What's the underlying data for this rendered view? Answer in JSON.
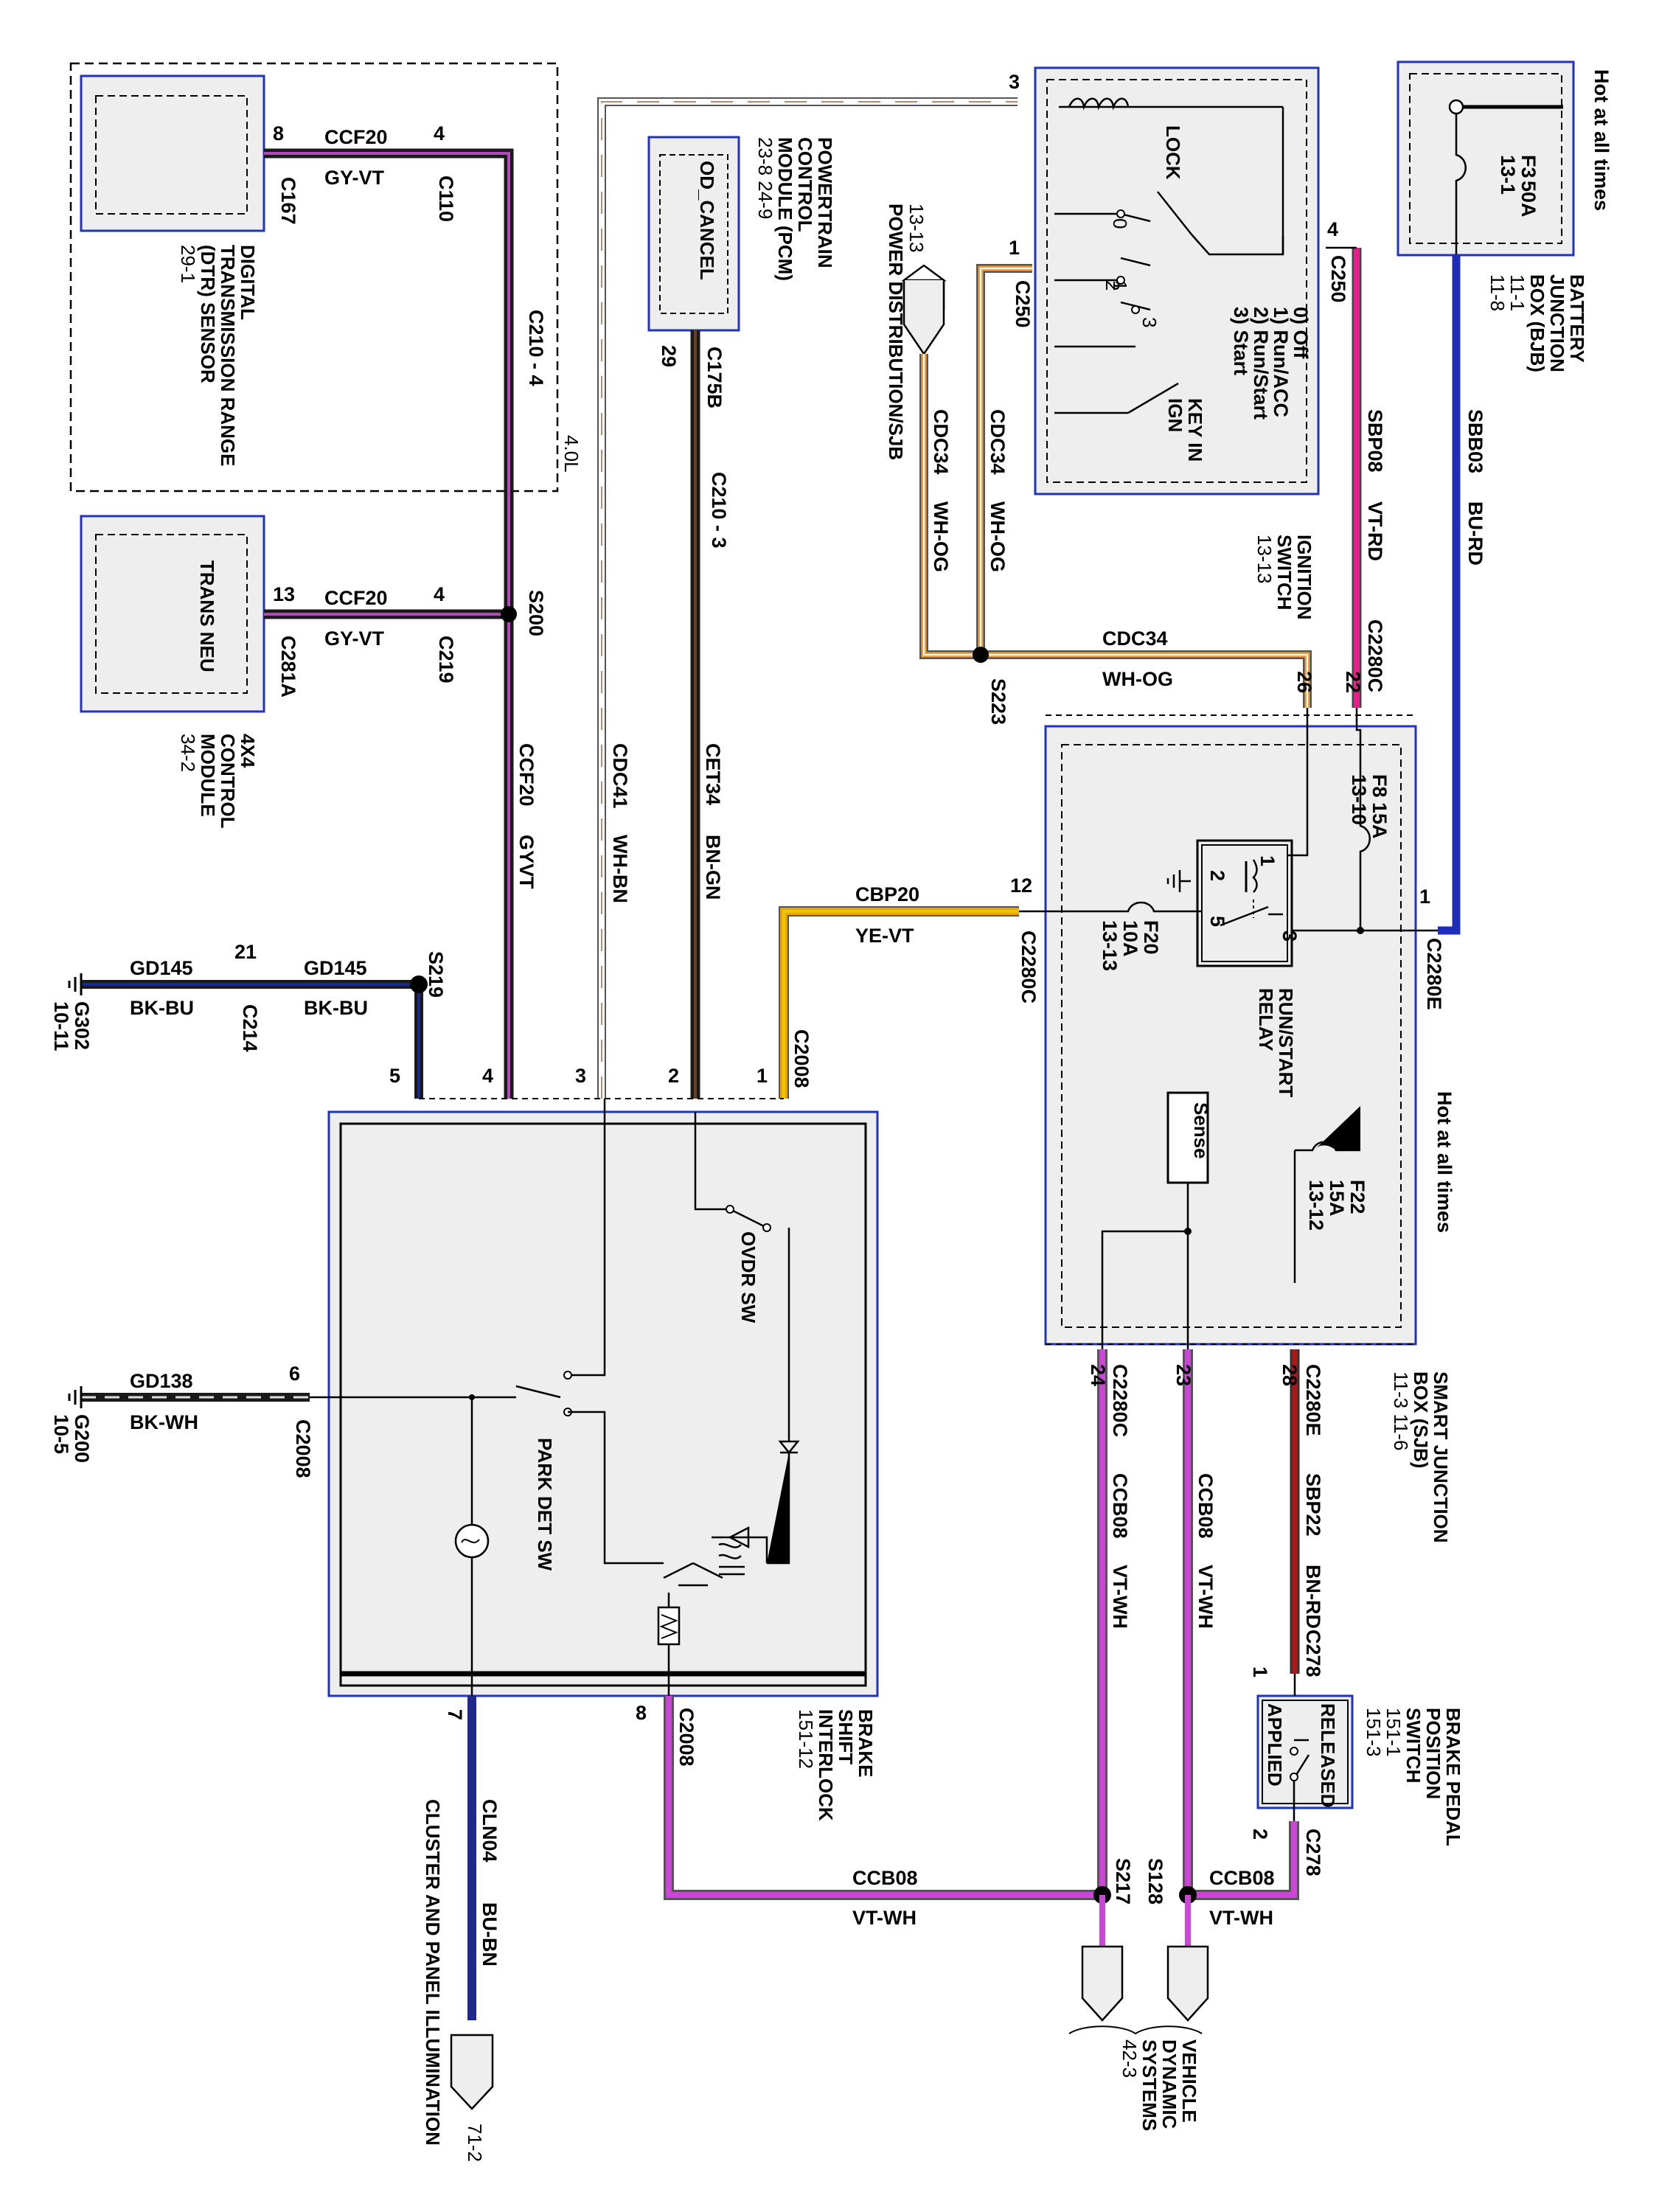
{
  "colors": {
    "gy_vt": "#8b4c8f",
    "bk": "#1a1a1a",
    "bn": "#5a3b1c",
    "gn": "#3e6b2e",
    "bu": "#2340c8",
    "rd": "#d21a1a",
    "vt": "#9b1ec4",
    "wh": "#ffffff",
    "og": "#ff8a00",
    "ye": "#e8c800",
    "pk": "#e0197c",
    "module_fill": "#eeeeee"
  },
  "modules": {
    "dtr": {
      "name": "DIGITAL TRANSMISSION RANGE (DTR) SENSOR",
      "ref": "29-1",
      "line1": "DIGITAL",
      "line2": "TRANSMISSION RANGE",
      "line3": "(DTR) SENSOR"
    },
    "four_x_four": {
      "line1": "4X4",
      "line2": "CONTROL",
      "line3": "MODULE",
      "ref": "34-2",
      "inner_label": "TRANS NEU"
    },
    "pcm": {
      "line1": "POWERTRAIN",
      "line2": "CONTROL",
      "line3": "MODULE (PCM)",
      "ref": "23-8 24-9",
      "inner_label": "OD_CANCEL"
    },
    "power_dist": {
      "label": "POWER DISTRIBUTION/SJB",
      "ref": "13-13"
    },
    "ignition": {
      "line1": "IGNITION",
      "line2": "SWITCH",
      "ref": "13-13",
      "lock": "LOCK",
      "key_in_ign": "KEY IN IGN",
      "key_line1": "KEY IN",
      "key_line2": "IGN",
      "pos0": "0) Off",
      "pos1": "1) Run/ACC",
      "pos2": "2) Run/Start",
      "pos3": "3) Start"
    },
    "bjb": {
      "line1": "BATTERY",
      "line2": "JUNCTION",
      "line3": "BOX (BJB)",
      "ref1": "11-1",
      "ref2": "11-8",
      "hot": "Hot at all times",
      "fuse": "F3",
      "fuse_rating": "50A",
      "fuse_ref": "13-1"
    },
    "sjb": {
      "line1": "SMART JUNCTION",
      "line2": "BOX (SJB)",
      "ref": "11-3 11-6",
      "hot": "Hot at all times",
      "relay1": "RUN/START",
      "relay2": "RELAY",
      "sense": "Sense",
      "f8": "F8",
      "f8_rating": "15A",
      "f8_ref": "13-10",
      "f20": "F20",
      "f20_rating": "10A",
      "f20_ref": "13-13",
      "f22": "F22",
      "f22_rating": "15A",
      "f22_ref": "13-12"
    },
    "bsi": {
      "line1": "BRAKE",
      "line2": "SHIFT",
      "line3": "INTERLOCK",
      "ref": "151-12",
      "ovdr": "OVDR SW",
      "park": "PARK DET SW"
    },
    "brake_pedal": {
      "line1": "BRAKE PEDAL",
      "line2": "POSITION",
      "line3": "SWITCH",
      "ref1": "151-1",
      "ref2": "151-3",
      "released": "RELEASED",
      "applied": "APPLIED"
    },
    "vds": {
      "line1": "VEHICLE",
      "line2": "DYNAMIC",
      "line3": "SYSTEMS",
      "ref": "42-3"
    },
    "cluster": {
      "label": "CLUSTER AND PANEL ILLUMINATION",
      "ref": "71-2"
    }
  },
  "wires": {
    "ccf20": {
      "circuit": "CCF20",
      "color": "GY-VT",
      "color_alt": "GYVT"
    },
    "cdc41": {
      "circuit": "CDC41",
      "color": "WH-BN"
    },
    "cet34": {
      "circuit": "CET34",
      "color": "BN-GN"
    },
    "cbp20": {
      "circuit": "CBP20",
      "color": "YE-VT"
    },
    "cdc34": {
      "circuit": "CDC34",
      "color": "WH-OG"
    },
    "sbp08": {
      "circuit": "SBP08",
      "color": "VT-RD"
    },
    "sbb03": {
      "circuit": "SBB03",
      "color": "BU-RD"
    },
    "sbp22": {
      "circuit": "SBP22",
      "color": "BN-RD"
    },
    "ccb08": {
      "circuit": "CCB08",
      "color": "VT-WH"
    },
    "gd145": {
      "circuit": "GD145",
      "color": "BK-BU"
    },
    "gd138": {
      "circuit": "GD138",
      "color": "BK-WH"
    },
    "cln04": {
      "circuit": "CLN04",
      "color": "BU-BN"
    }
  },
  "connectors": {
    "c167": "C167",
    "c110": "C110",
    "c210_4": "C210 - 4",
    "c210_3": "C210 - 3",
    "c281a": "C281A",
    "c219": "C219",
    "c175b": "C175B",
    "c250": "C250",
    "c2280c": "C2280C",
    "c2280e": "C2280E",
    "c2008": "C2008",
    "c214": "C214",
    "c278": "C278",
    "option_4_0l": "4.0L"
  },
  "splices": {
    "s200": "S200",
    "s219": "S219",
    "s223": "S223",
    "s217": "S217",
    "s128": "S128"
  },
  "grounds": {
    "g302": "G302",
    "g302_ref": "10-11",
    "g200": "G200",
    "g200_ref": "10-5"
  },
  "pins": {
    "p1": "1",
    "p2": "2",
    "p3": "3",
    "p4": "4",
    "p5": "5",
    "p6": "6",
    "p7": "7",
    "p8": "8",
    "p12": "12",
    "p13": "13",
    "p21": "21",
    "p22": "22",
    "p23": "23",
    "p24": "24",
    "p26": "26",
    "p28": "28",
    "p29": "29",
    "p0": "0"
  }
}
